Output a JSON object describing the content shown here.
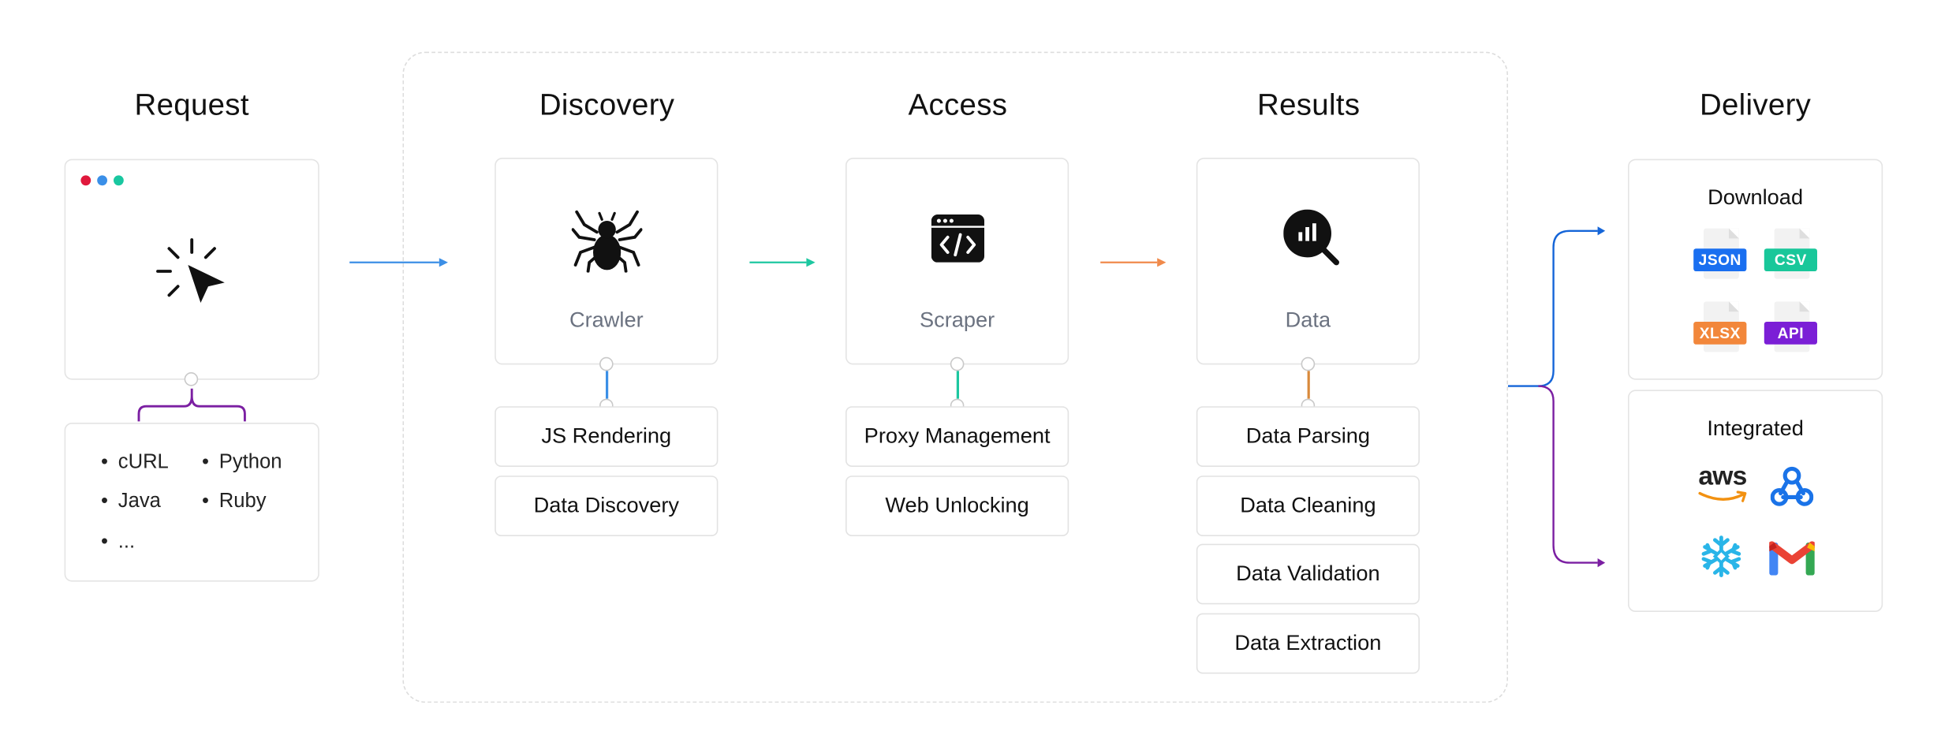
{
  "stages": {
    "request": {
      "title": "Request"
    },
    "discovery": {
      "title": "Discovery",
      "card_label": "Crawler",
      "items": [
        "JS Rendering",
        "Data Discovery"
      ]
    },
    "access": {
      "title": "Access",
      "card_label": "Scraper",
      "items": [
        "Proxy Management",
        "Web Unlocking"
      ]
    },
    "results": {
      "title": "Results",
      "card_label": "Data",
      "items": [
        "Data Parsing",
        "Data Cleaning",
        "Data Validation",
        "Data Extraction"
      ]
    },
    "delivery": {
      "title": "Delivery"
    }
  },
  "languages": [
    "cURL",
    "Python",
    "Java",
    "Ruby",
    "..."
  ],
  "download": {
    "title": "Download",
    "formats": [
      {
        "label": "JSON",
        "color": "#1a6ff0"
      },
      {
        "label": "CSV",
        "color": "#19c79a"
      },
      {
        "label": "XLSX",
        "color": "#f2873b"
      },
      {
        "label": "API",
        "color": "#7b1fd6"
      }
    ]
  },
  "integrated": {
    "title": "Integrated",
    "icons": [
      "aws-logo-icon",
      "webhook-icon",
      "snowflake-icon",
      "gmail-icon"
    ],
    "aws_text": "aws"
  },
  "colors": {
    "blue": "#3b8fe6",
    "teal": "#1dc7a0",
    "orange": "#f08a4b",
    "purple": "#7b1fa2",
    "delivery_blue": "#1565d8",
    "window_dots": [
      "#e0183c",
      "#3a8fe8",
      "#19c7a0"
    ]
  }
}
